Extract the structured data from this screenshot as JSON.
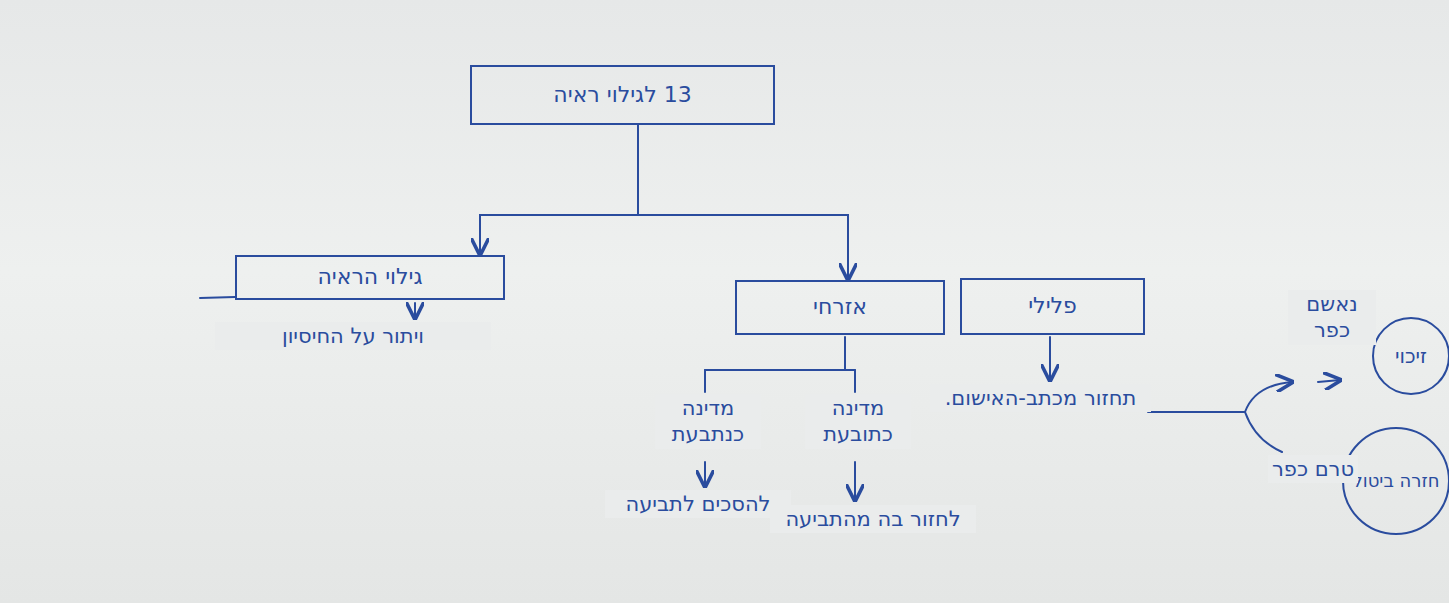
{
  "diagram": {
    "nodes": [
      {
        "text": [
          "13 לגילוי ראיה"
        ]
      },
      {
        "text": [
          "גילוי הראיה"
        ]
      },
      {
        "text": [
          "אזרחי"
        ]
      },
      {
        "text": [
          "פלילי"
        ]
      },
      {
        "text": [
          "זיכוי"
        ]
      },
      {
        "text": [
          "חזרה ביטול"
        ]
      }
    ],
    "edges": [
      {
        "from": 0,
        "to": 1,
        "arrow": "to"
      },
      {
        "from": 0,
        "to": 2,
        "arrow": "to"
      }
    ],
    "labels": [
      "ויתור על החיסיון",
      "מדינה כנתבעת",
      "מדינה כתובעת",
      "להסכים לתביעה",
      "לחזור בה מהתביעה",
      "תחזור מכתב-האישום.",
      "נאשם כפר",
      "טרם כפר"
    ]
  }
}
